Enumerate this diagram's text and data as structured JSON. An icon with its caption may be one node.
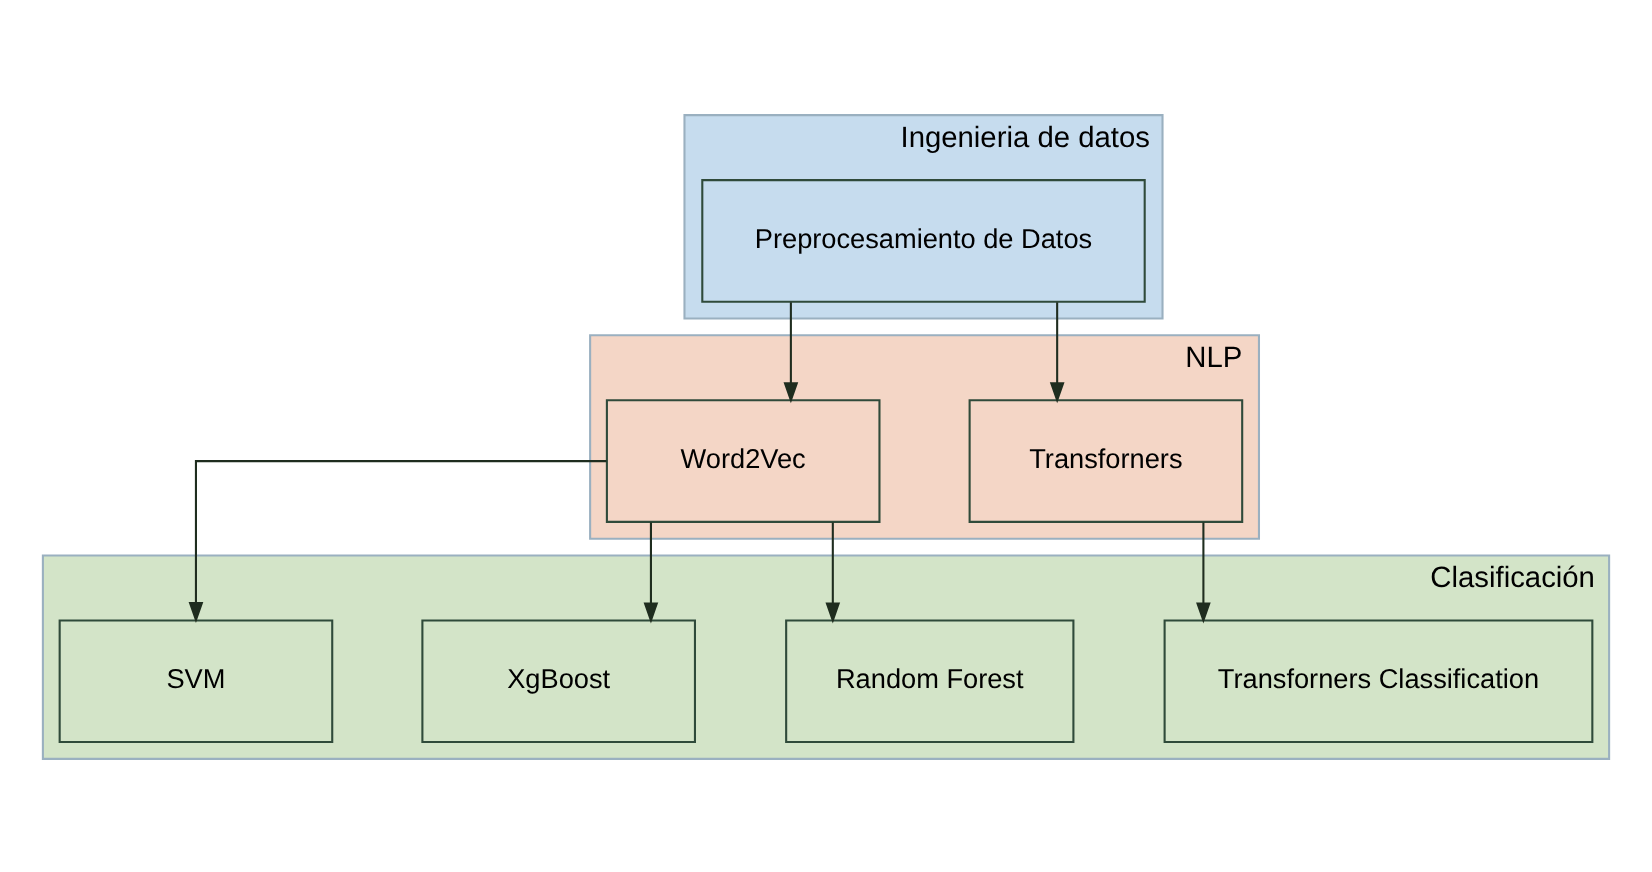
{
  "diagram": {
    "nodes": [
      {
        "text": [
          "Ingenieria de datos"
        ]
      },
      {
        "text": [
          "Preprocesamiento de Datos"
        ],
        "in": 0
      },
      {
        "text": [
          "NLP"
        ]
      },
      {
        "text": [
          "Transforners"
        ],
        "in": 2
      },
      {
        "text": [
          "Word2Vec"
        ],
        "in": 2
      },
      {
        "text": [
          "Clasificación"
        ]
      },
      {
        "text": [
          "Transforners Classification"
        ],
        "in": 5
      },
      {
        "text": [
          "Random Forest"
        ],
        "in": 5
      },
      {
        "text": [
          "XgBoost"
        ],
        "in": 5
      },
      {
        "text": [
          "SVM"
        ],
        "in": 5
      }
    ],
    "edges": [
      {
        "from": 1,
        "to": 3,
        "arrow": "to"
      },
      {
        "from": 1,
        "to": 4,
        "arrow": "to"
      },
      {
        "from": 3,
        "to": 6,
        "arrow": "to"
      },
      {
        "from": 4,
        "to": 7,
        "arrow": "to"
      },
      {
        "from": 4,
        "to": 8,
        "arrow": "to"
      },
      {
        "from": 4,
        "to": 9,
        "arrow": "to"
      }
    ]
  }
}
